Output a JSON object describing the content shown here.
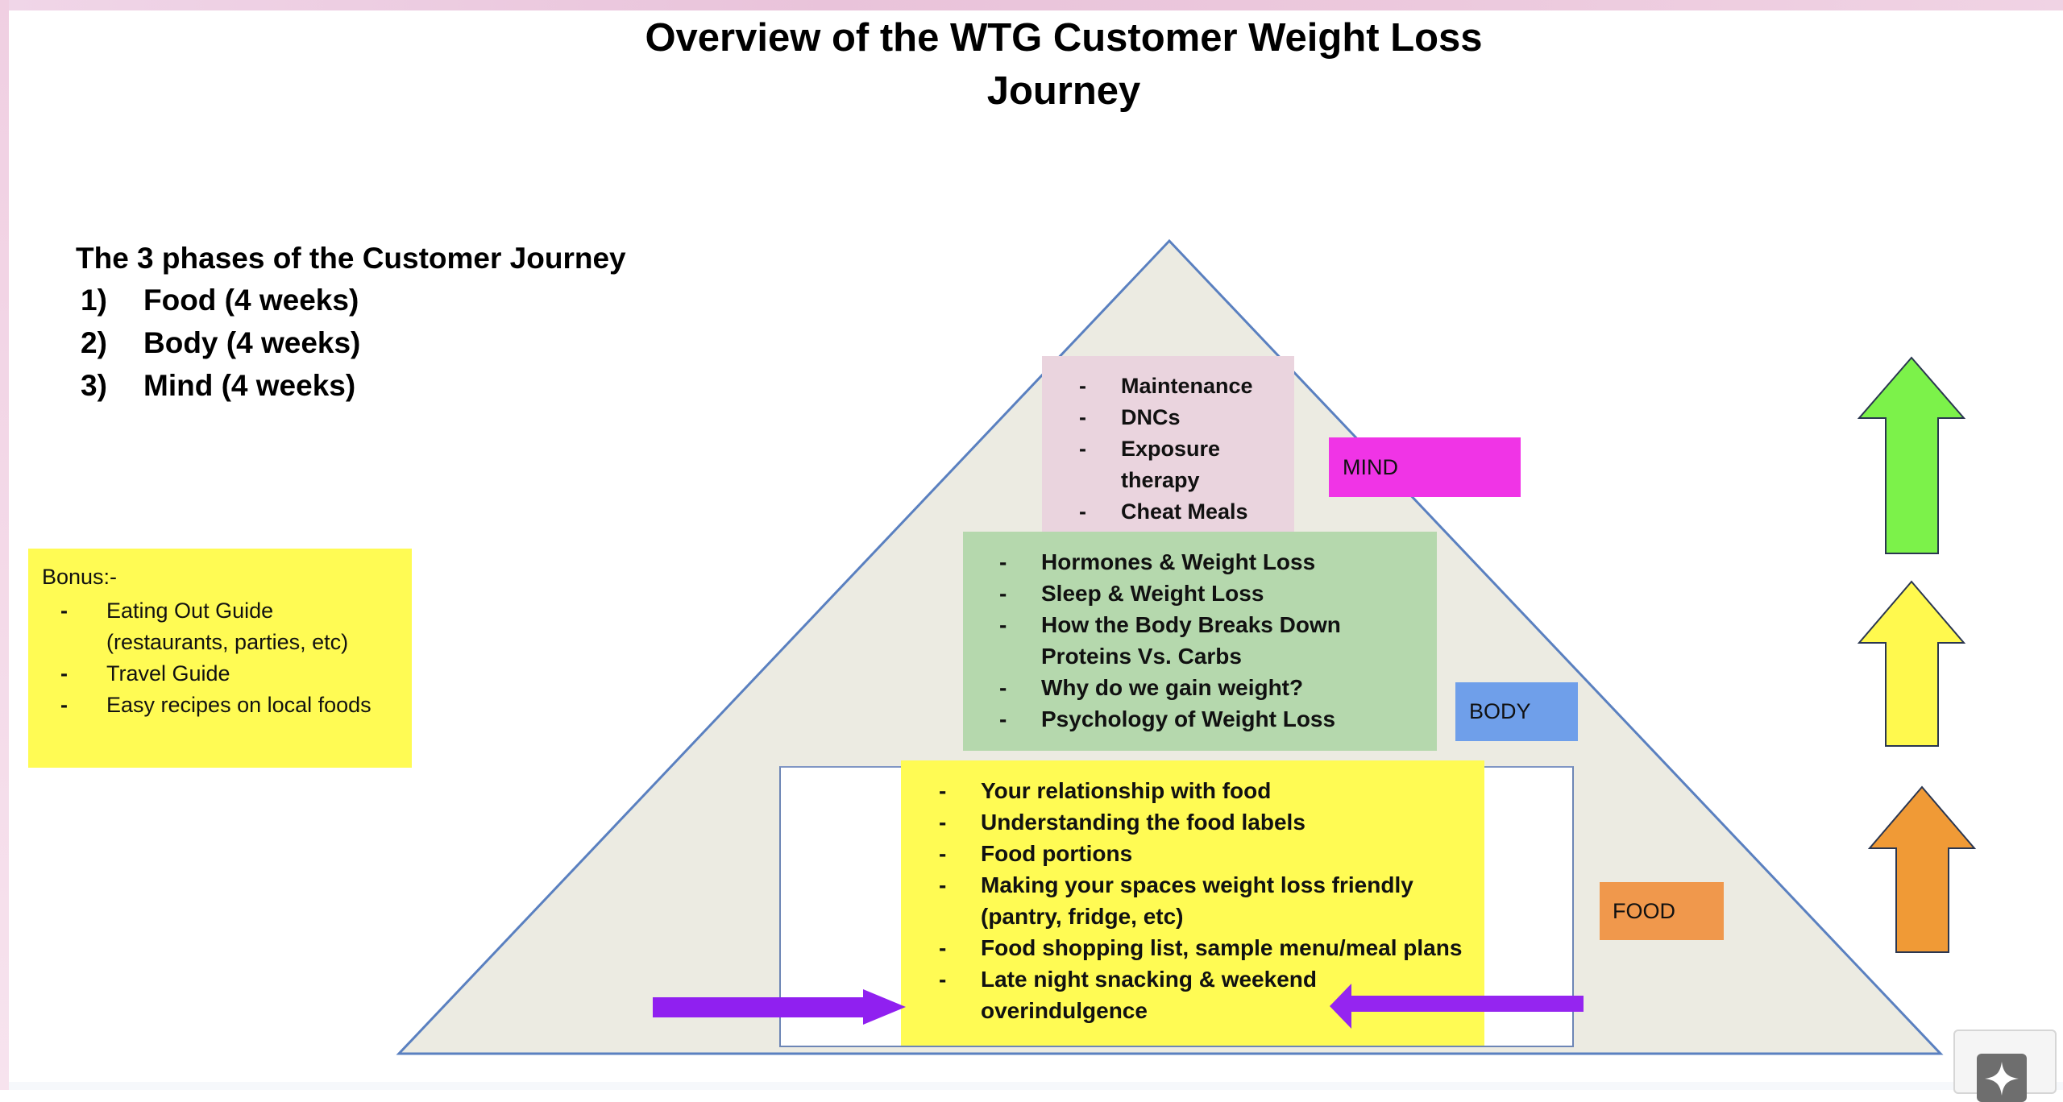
{
  "title": {
    "line1": "Overview of the WTG Customer Weight Loss",
    "line2": "Journey"
  },
  "phases": {
    "heading": "The 3 phases of the Customer Journey",
    "items": [
      {
        "num": "1)",
        "label": "Food (4 weeks)"
      },
      {
        "num": "2)",
        "label": "Body (4 weeks)"
      },
      {
        "num": "3)",
        "label": "Mind (4 weeks)"
      }
    ]
  },
  "bonus": {
    "title": "Bonus:-",
    "items": [
      {
        "bullet": "-",
        "text": "Eating Out Guide"
      },
      {
        "bullet": "",
        "text": "(restaurants, parties, etc)"
      },
      {
        "bullet": "-",
        "text": "Travel Guide"
      },
      {
        "bullet": "-",
        "text": "Easy recipes on local foods"
      }
    ]
  },
  "pyramid": {
    "mind": {
      "label": "MIND",
      "color": "#f034e6",
      "box_color": "#ead4de",
      "items": [
        {
          "bullet": "-",
          "text": "Maintenance"
        },
        {
          "bullet": "-",
          "text": "DNCs"
        },
        {
          "bullet": "-",
          "text": "Exposure"
        },
        {
          "bullet": "",
          "text": "therapy"
        },
        {
          "bullet": "-",
          "text": "Cheat Meals"
        }
      ]
    },
    "body": {
      "label": "BODY",
      "color": "#6f9fea",
      "box_color": "#b5d8ad",
      "items": [
        {
          "bullet": "-",
          "text": "Hormones & Weight Loss"
        },
        {
          "bullet": "-",
          "text": "Sleep & Weight Loss"
        },
        {
          "bullet": "-",
          "text": "How the Body Breaks Down"
        },
        {
          "bullet": "",
          "text": "Proteins Vs. Carbs"
        },
        {
          "bullet": "-",
          "text": "Why do we gain weight?"
        },
        {
          "bullet": "-",
          "text": "Psychology of Weight Loss"
        }
      ]
    },
    "food": {
      "label": "FOOD",
      "color": "#f0984c",
      "box_color": "#fffb54",
      "items": [
        {
          "bullet": "-",
          "text": "Your relationship with food"
        },
        {
          "bullet": "-",
          "text": "Understanding the food labels"
        },
        {
          "bullet": "-",
          "text": "Food portions"
        },
        {
          "bullet": "-",
          "text": "Making your spaces weight loss friendly"
        },
        {
          "bullet": "",
          "text": "(pantry, fridge, etc)"
        },
        {
          "bullet": "-",
          "text": "Food shopping list, sample menu/meal plans"
        },
        {
          "bullet": "-",
          "text": "Late night snacking & weekend"
        },
        {
          "bullet": "",
          "text": "overindulgence"
        }
      ]
    },
    "fill_color": "#ecebe2",
    "outline_color": "#5a80c0"
  },
  "side_arrows": [
    {
      "phase": "mind",
      "color": "#7cf24a"
    },
    {
      "phase": "body",
      "color": "#fff94e"
    },
    {
      "phase": "food",
      "color": "#f09a36"
    }
  ],
  "pointer_arrows": {
    "color": "#9020f0"
  },
  "assistant_button": {
    "icon": "sparkle-icon"
  }
}
